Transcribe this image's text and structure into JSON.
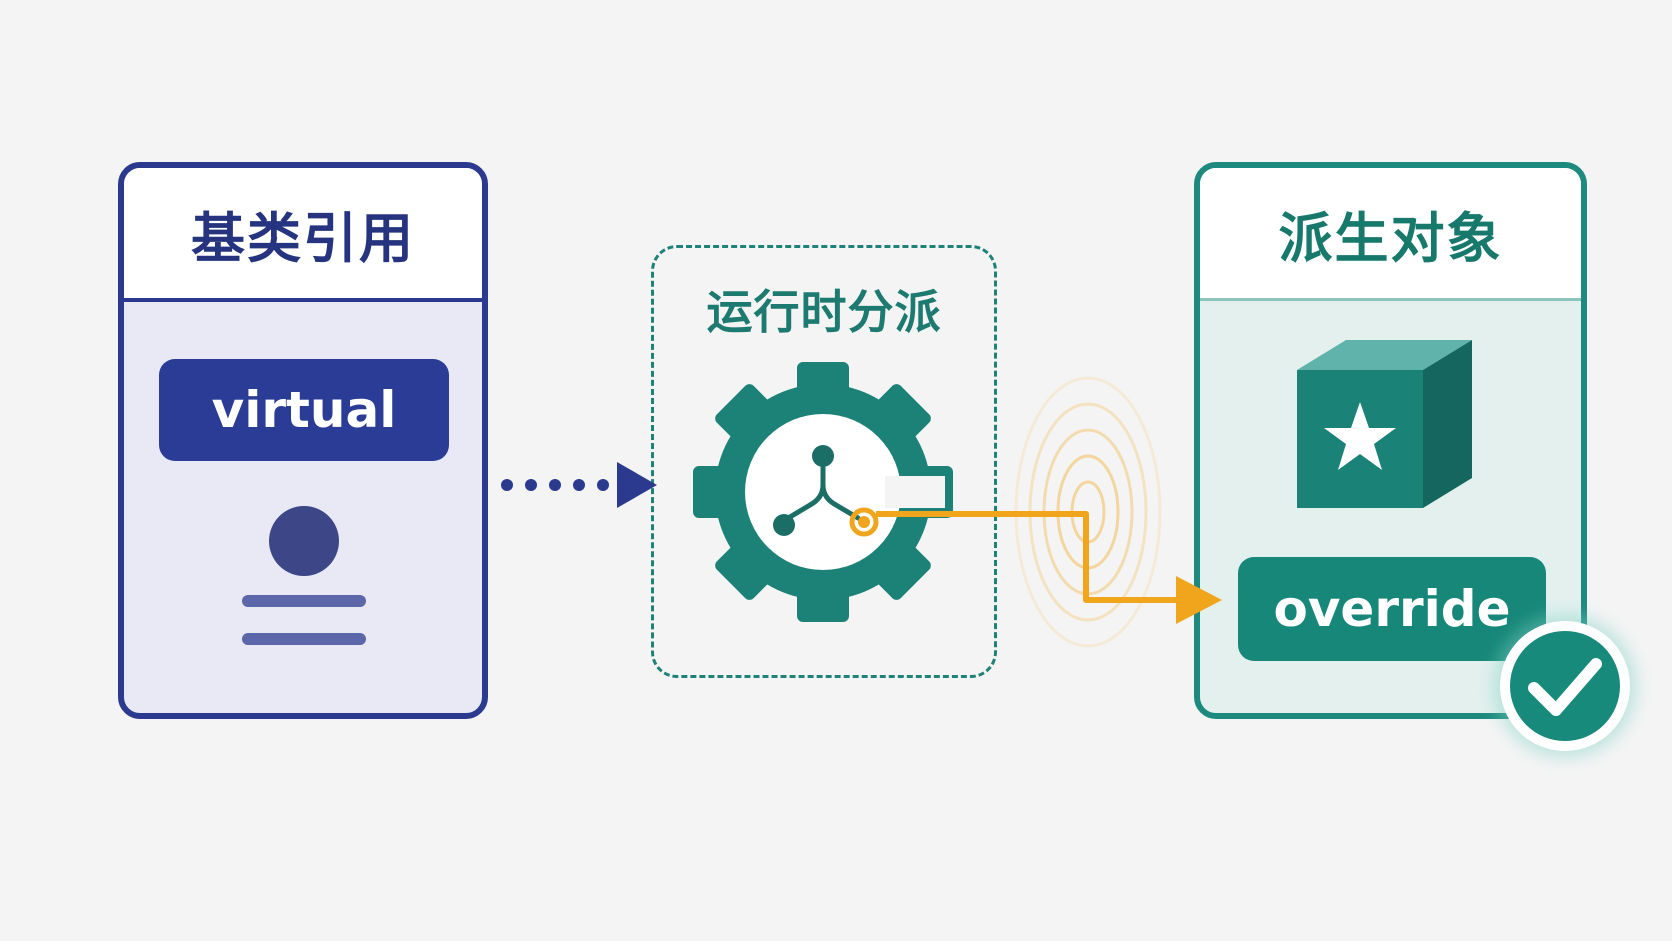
{
  "base_card": {
    "title": "基类引用",
    "method_label": "virtual"
  },
  "dispatch": {
    "title": "运行时分派"
  },
  "derived_card": {
    "title": "派生对象",
    "method_label": "override"
  },
  "colors": {
    "navy": "#2b3a8f",
    "teal": "#1c8a7e",
    "orange": "#f0a51c",
    "background": "#f4f4f4"
  },
  "icons": [
    "user-icon",
    "gear-icon",
    "branch-icon",
    "cube-star-icon",
    "checkmark-icon"
  ]
}
